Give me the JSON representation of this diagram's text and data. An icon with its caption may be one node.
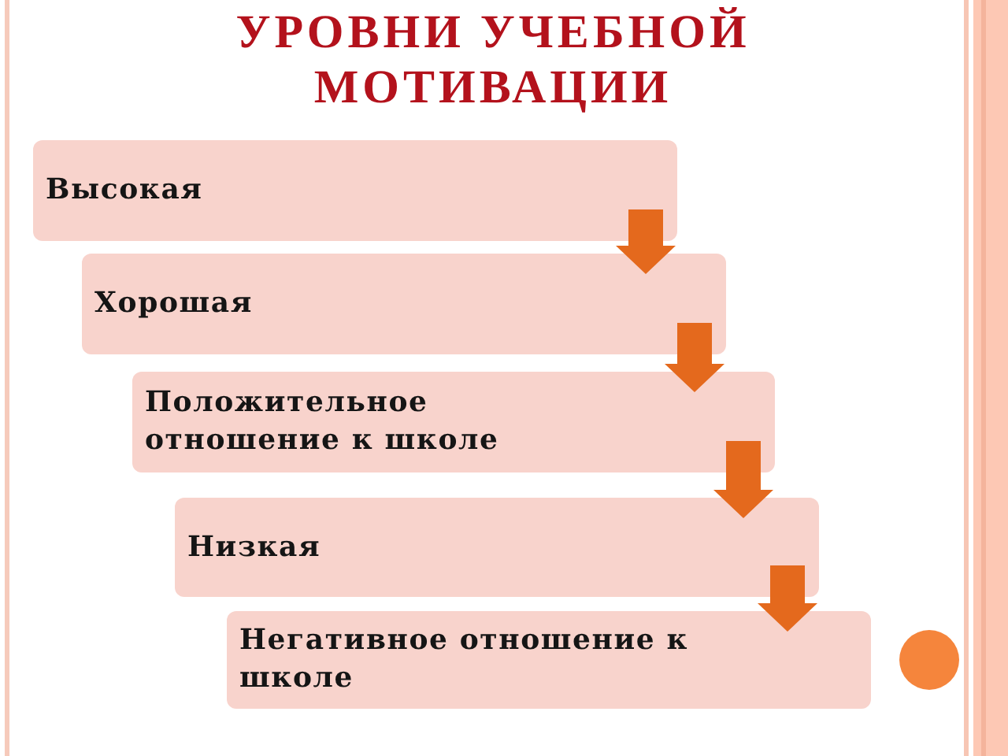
{
  "diagram": {
    "title": "УРОВНИ УЧЕБНОЙ МОТИВАЦИИ",
    "nodes": [
      {
        "text": [
          "Высокая"
        ]
      },
      {
        "text": [
          "Хорошая"
        ]
      },
      {
        "text": [
          "Положительное отношение к школе"
        ]
      },
      {
        "text": [
          "Низкая"
        ]
      },
      {
        "text": [
          "Негативное отношение к школе"
        ]
      }
    ],
    "edges": [
      {
        "from": 0,
        "to": 1,
        "arrow": "to"
      },
      {
        "from": 1,
        "to": 2,
        "arrow": "to"
      },
      {
        "from": 2,
        "to": 3,
        "arrow": "to"
      },
      {
        "from": 3,
        "to": 4,
        "arrow": "to"
      }
    ]
  }
}
